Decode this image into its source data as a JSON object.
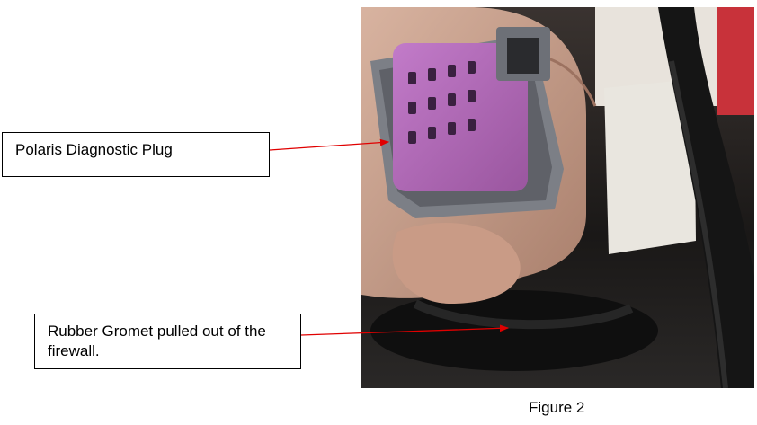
{
  "callouts": {
    "diagnostic_plug": "Polaris Diagnostic Plug",
    "rubber_grommet": "Rubber Gromet pulled out of the firewall."
  },
  "figure": {
    "caption": "Figure 2"
  },
  "colors": {
    "arrow": "#e00000",
    "connector": "#b06ab8",
    "housing": "#7c7f86"
  }
}
